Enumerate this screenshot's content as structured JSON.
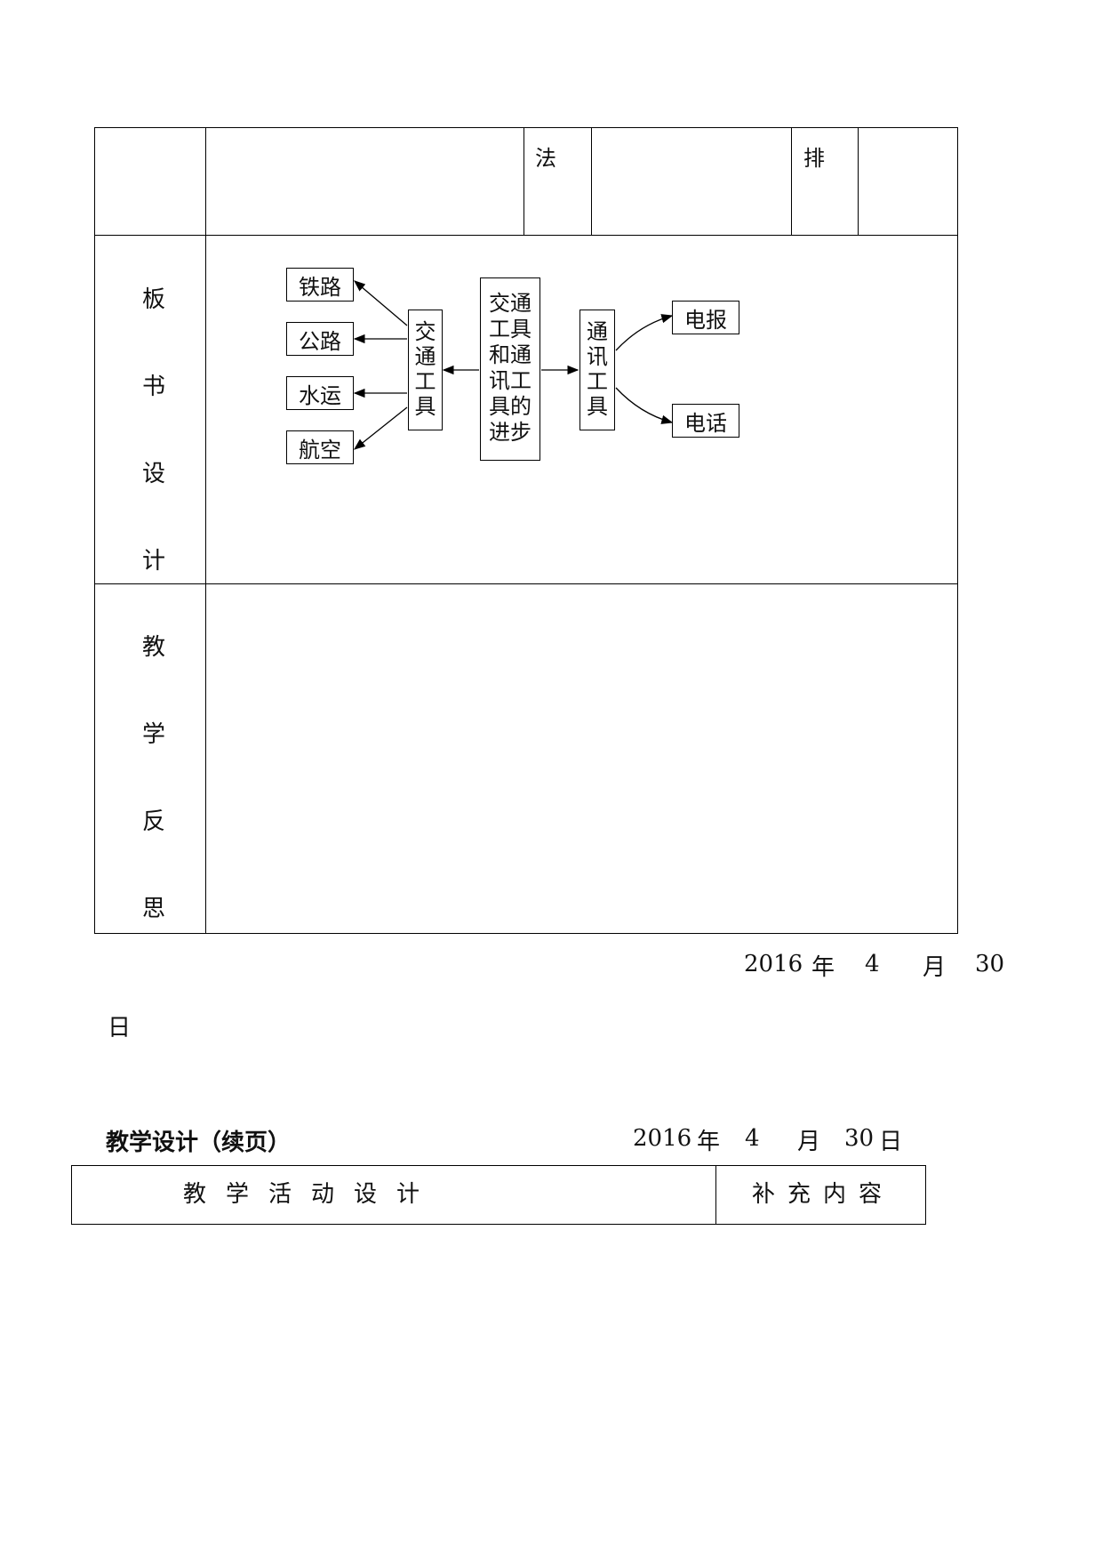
{
  "top_table": {
    "row1": {
      "method_char": "法",
      "arrange_char": "排"
    },
    "board_design": {
      "label_chars": [
        "板",
        "书",
        "设",
        "计"
      ],
      "diagram": {
        "center": [
          "交通",
          "工具",
          "和通",
          "讯工",
          "具的",
          "进步"
        ],
        "transport": {
          "label": [
            "交",
            "通",
            "工",
            "具"
          ],
          "items": [
            "铁路",
            "公路",
            "水运",
            "航空"
          ]
        },
        "communication": {
          "label": [
            "通",
            "讯",
            "工",
            "具"
          ],
          "items": [
            "电报",
            "电话"
          ]
        }
      }
    },
    "reflection": {
      "label_chars": [
        "教",
        "学",
        "反",
        "思"
      ]
    }
  },
  "date_line": {
    "year": "2016",
    "year_char": "年",
    "month": "4",
    "month_char": "月",
    "day": "30",
    "day_char": "日"
  },
  "continuation": {
    "title": "教学设计（续页）",
    "date": {
      "year": "2016",
      "year_char": "年",
      "month": "4",
      "month_char": "月",
      "day": "30",
      "day_char": "日"
    },
    "table_headers": {
      "activity": "教学活动设计",
      "supplement": "补充内容"
    }
  }
}
